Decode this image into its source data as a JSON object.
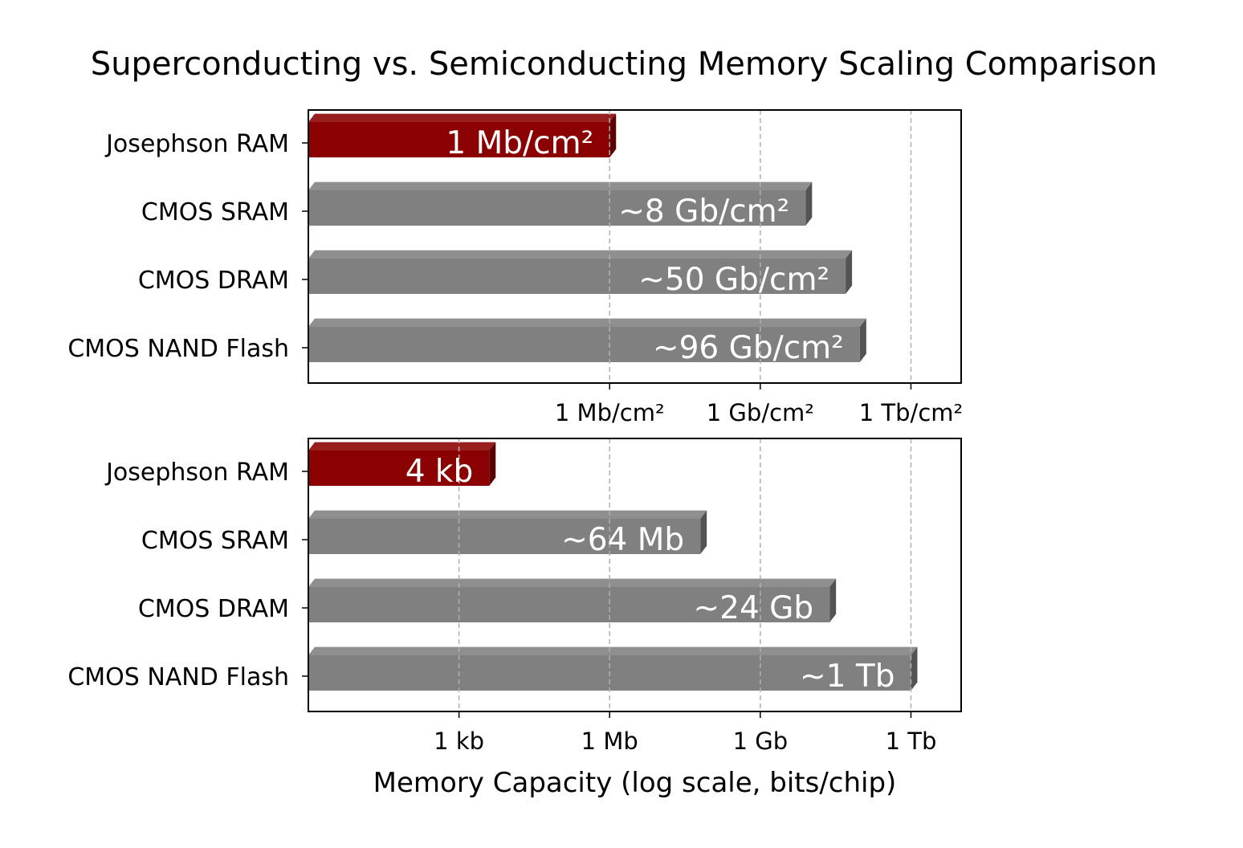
{
  "chart_data": {
    "title": "Superconducting vs. Semiconducting Memory Scaling Comparison",
    "panels": [
      {
        "type": "bar",
        "orientation": "horizontal",
        "scale": "log",
        "categories": [
          "Josephson RAM",
          "CMOS SRAM",
          "CMOS DRAM",
          "CMOS NAND Flash"
        ],
        "values": [
          1000000,
          8000000000,
          50000000000,
          96000000000
        ],
        "value_labels": [
          "1 Mb/cm²",
          "~8 Gb/cm²",
          "~50 Gb/cm²",
          "~96 Gb/cm²"
        ],
        "xlim": [
          1,
          10000000000000
        ],
        "xticks": [
          1000000,
          1000000000,
          1000000000000
        ],
        "xtick_labels": [
          "1 Mb/cm²",
          "1 Gb/cm²",
          "1 Tb/cm²"
        ],
        "grid": true,
        "colors": [
          "#8b0000",
          "#808080",
          "#808080",
          "#808080"
        ]
      },
      {
        "type": "bar",
        "orientation": "horizontal",
        "scale": "log",
        "categories": [
          "Josephson RAM",
          "CMOS SRAM",
          "CMOS DRAM",
          "CMOS NAND Flash"
        ],
        "values": [
          4000,
          64000000,
          24000000000,
          1000000000000
        ],
        "value_labels": [
          "4 kb",
          "~64 Mb",
          "~24 Gb",
          "~1 Tb"
        ],
        "xlim": [
          1,
          10000000000000
        ],
        "xticks": [
          1000,
          1000000,
          1000000000,
          1000000000000
        ],
        "xtick_labels": [
          "1 kb",
          "1 Mb",
          "1 Gb",
          "1 Tb"
        ],
        "xlabel": "Memory Capacity (log scale, bits/chip)",
        "grid": true,
        "colors": [
          "#8b0000",
          "#808080",
          "#808080",
          "#808080"
        ]
      }
    ]
  }
}
